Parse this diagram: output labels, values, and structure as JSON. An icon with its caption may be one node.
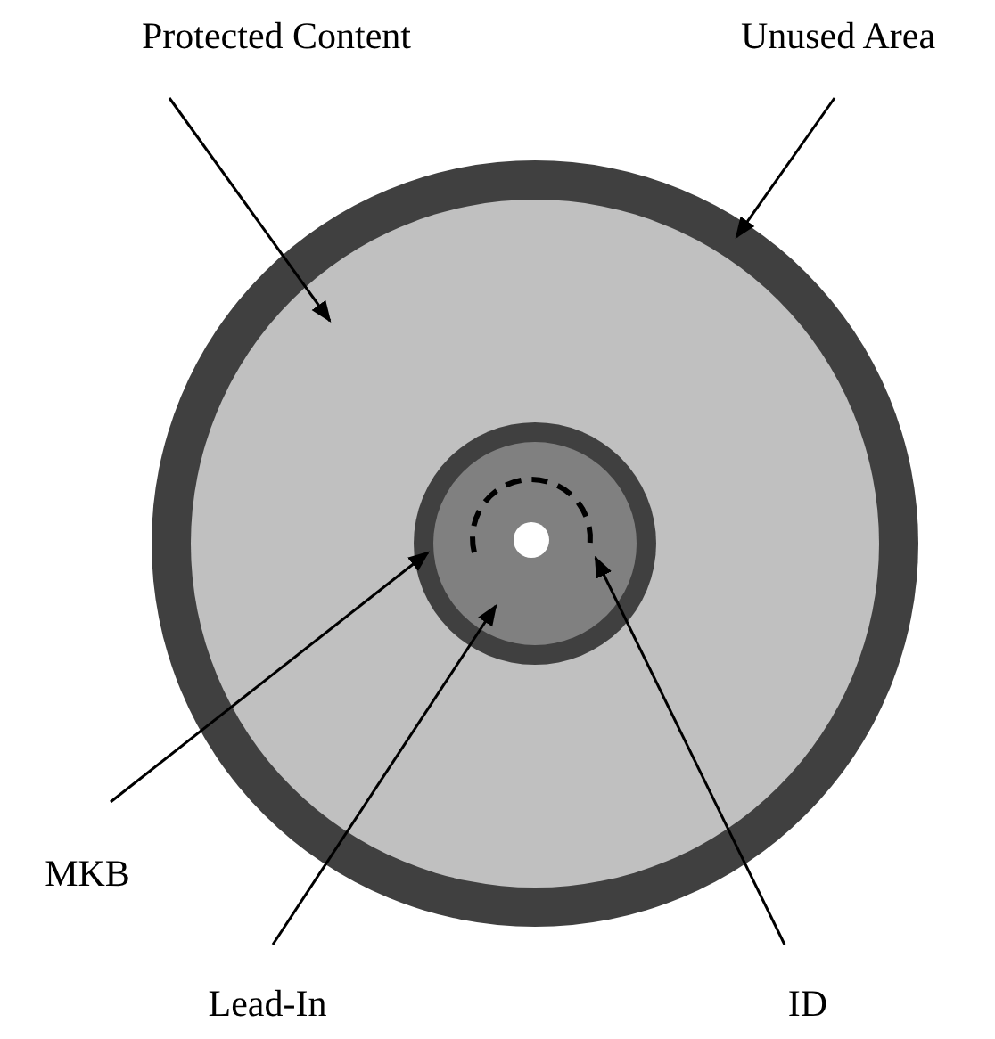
{
  "diagram": {
    "nodes": [
      {
        "text": [
          "Protected Content"
        ]
      },
      {
        "text": [
          "Unused Area"
        ]
      },
      {
        "text": [
          "MKB"
        ]
      },
      {
        "text": [
          "Lead-In"
        ]
      },
      {
        "text": [
          "ID"
        ]
      },
      {
        "text": [],
        "shape": "circle"
      },
      {
        "text": [],
        "shape": "circle",
        "in": 5
      },
      {
        "text": [],
        "shape": "circle",
        "in": 6
      },
      {
        "text": [],
        "shape": "circle",
        "in": 7
      },
      {
        "text": [],
        "shape": "arc",
        "in": 8
      }
    ],
    "edges": [
      {
        "from": 0,
        "to": 6,
        "arrow": "to"
      },
      {
        "from": 1,
        "to": 5,
        "arrow": "to"
      },
      {
        "from": 2,
        "to": 7,
        "arrow": "to"
      },
      {
        "from": 3,
        "to": 8,
        "arrow": "to"
      },
      {
        "from": 4,
        "to": 9,
        "arrow": "to"
      }
    ]
  }
}
